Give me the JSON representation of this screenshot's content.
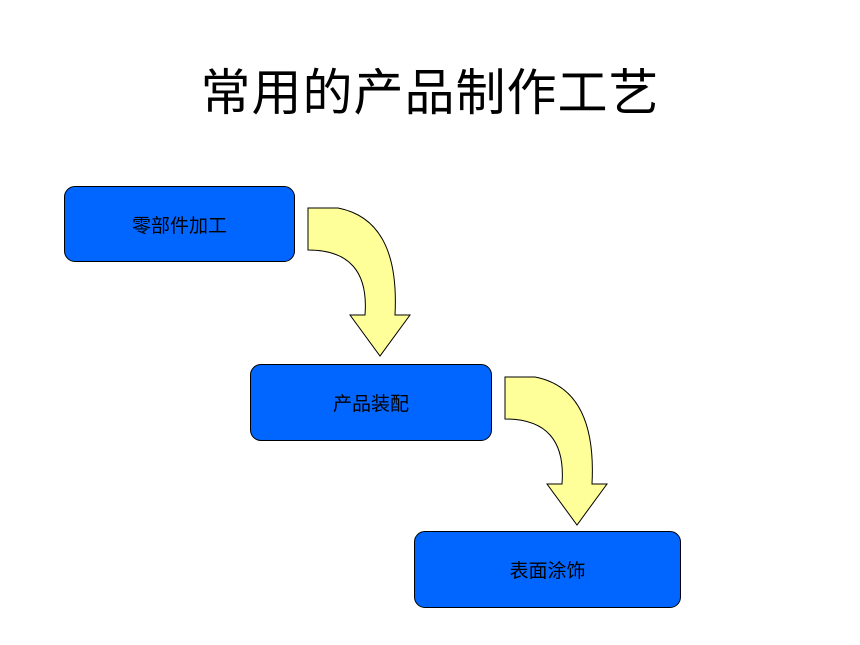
{
  "title": "常用的产品制作工艺",
  "steps": [
    {
      "label": "零部件加工"
    },
    {
      "label": "产品装配"
    },
    {
      "label": "表面涂饰"
    }
  ],
  "colors": {
    "box_fill": "#0066ff",
    "box_border": "#000000",
    "arrow_fill": "#ffff99",
    "arrow_stroke": "#000000",
    "text": "#000000"
  }
}
